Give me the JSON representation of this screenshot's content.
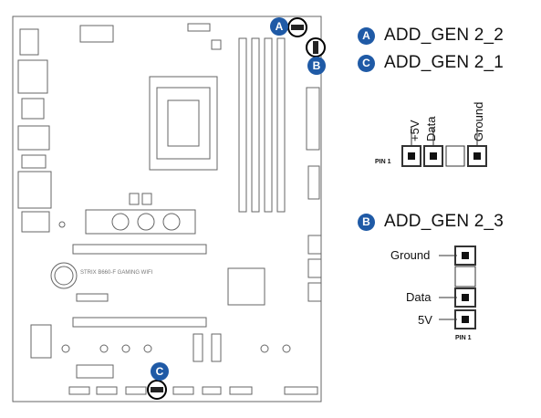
{
  "legend": {
    "a_badge": "A",
    "a_label": "ADD_GEN 2_2",
    "c_badge": "C",
    "c_label": "ADD_GEN 2_1",
    "b_badge": "B",
    "b_label": "ADD_GEN 2_3"
  },
  "top_header": {
    "pin_5v": "+5V",
    "pin_data": "Data",
    "pin_ground": "Ground",
    "pin1": "PIN 1"
  },
  "vert_header": {
    "pin_ground": "Ground",
    "pin_data": "Data",
    "pin_5v": "5V",
    "pin1": "PIN 1"
  },
  "board": {
    "callout_a": "A",
    "callout_b": "B",
    "callout_c": "C",
    "model_text": "STRIX B660-F GAMING WIFI"
  },
  "colors": {
    "badge": "#1f5aa6",
    "line": "#555555"
  }
}
